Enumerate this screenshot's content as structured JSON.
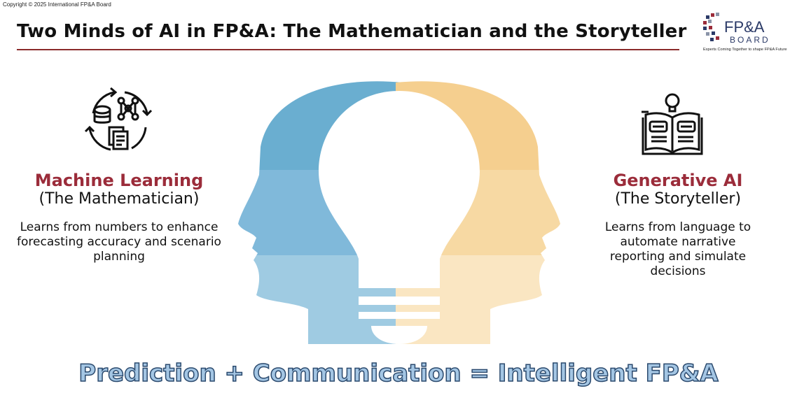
{
  "copyright": "Copyright © 2025 International FP&A Board",
  "title": "Two Minds of AI in FP&A: The Mathematician and the Storyteller",
  "logo": {
    "main": "FP&A",
    "sub": "BOARD",
    "tagline": "Experts Coming Together to shape FP&A Future"
  },
  "left": {
    "heading": "Machine Learning",
    "subtitle": "(The Mathematician)",
    "description": "Learns from numbers to enhance forecasting accuracy and scenario planning"
  },
  "right": {
    "heading": "Generative AI",
    "subtitle": "(The Storyteller)",
    "description": "Learns from language to automate narrative reporting and simulate decisions"
  },
  "tagline": "Prediction + Communication = Intelligent FP&A",
  "colors": {
    "accent": "#9b2c3a",
    "blue": "#6aaed0",
    "gold": "#f5cf8f"
  }
}
